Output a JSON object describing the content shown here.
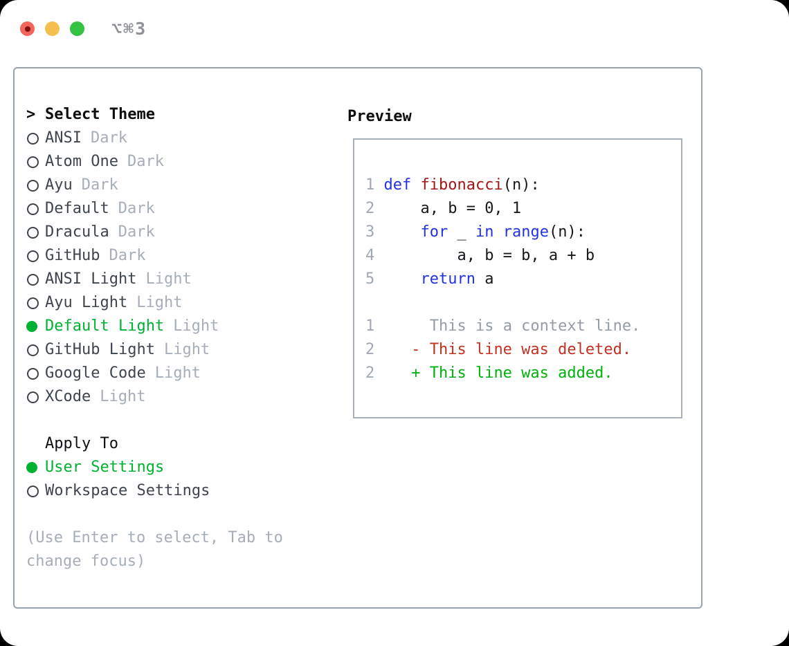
{
  "window": {
    "title": "⌥⌘3"
  },
  "colors": {
    "selection_green": "#00b132",
    "added_green": "#00b10c",
    "deleted_red": "#c23122",
    "keyword_blue": "#2233e6",
    "function_red": "#a41515",
    "muted_gray": "#a6aeb9",
    "panel_border": "#99a3af",
    "traffic_close": "#f2655c",
    "traffic_minimize": "#f5bf4f",
    "traffic_zoom": "#33c244"
  },
  "theme_picker": {
    "prompt": ">",
    "header": "Select Theme",
    "items": [
      {
        "name": "ANSI",
        "variant": "Dark",
        "selected": false
      },
      {
        "name": "Atom One",
        "variant": "Dark",
        "selected": false
      },
      {
        "name": "Ayu",
        "variant": "Dark",
        "selected": false
      },
      {
        "name": "Default",
        "variant": "Dark",
        "selected": false
      },
      {
        "name": "Dracula",
        "variant": "Dark",
        "selected": false
      },
      {
        "name": "GitHub",
        "variant": "Dark",
        "selected": false
      },
      {
        "name": "ANSI Light",
        "variant": "Light",
        "selected": false
      },
      {
        "name": "Ayu Light",
        "variant": "Light",
        "selected": false
      },
      {
        "name": "Default Light",
        "variant": "Light",
        "selected": true
      },
      {
        "name": "GitHub Light",
        "variant": "Light",
        "selected": false
      },
      {
        "name": "Google Code",
        "variant": "Light",
        "selected": false
      },
      {
        "name": "XCode",
        "variant": "Light",
        "selected": false
      }
    ]
  },
  "apply_to": {
    "header": "Apply To",
    "options": [
      {
        "label": "User Settings",
        "selected": true
      },
      {
        "label": "Workspace Settings",
        "selected": false
      }
    ]
  },
  "help": {
    "lines": [
      "(Use Enter to select, Tab to",
      "change focus)"
    ]
  },
  "preview": {
    "header": "Preview",
    "lines": [
      [
        {
          "t": "1",
          "c": "num"
        },
        {
          "t": " ",
          "c": "plain"
        },
        {
          "t": "def",
          "c": "kw"
        },
        {
          "t": " ",
          "c": "plain"
        },
        {
          "t": "fibonacci",
          "c": "fn"
        },
        {
          "t": "(n):",
          "c": "plain"
        }
      ],
      [
        {
          "t": "2",
          "c": "num"
        },
        {
          "t": "     a, b = 0, 1",
          "c": "plain"
        }
      ],
      [
        {
          "t": "3",
          "c": "num"
        },
        {
          "t": "     ",
          "c": "plain"
        },
        {
          "t": "for",
          "c": "kw"
        },
        {
          "t": " _ ",
          "c": "plain"
        },
        {
          "t": "in",
          "c": "kw"
        },
        {
          "t": " ",
          "c": "plain"
        },
        {
          "t": "range",
          "c": "kw"
        },
        {
          "t": "(n):",
          "c": "plain"
        }
      ],
      [
        {
          "t": "4",
          "c": "num"
        },
        {
          "t": "         a, b = b, a + b",
          "c": "plain"
        }
      ],
      [
        {
          "t": "5",
          "c": "num"
        },
        {
          "t": "     ",
          "c": "plain"
        },
        {
          "t": "return",
          "c": "kw"
        },
        {
          "t": " a",
          "c": "plain"
        }
      ],
      [],
      [
        {
          "t": "1",
          "c": "num"
        },
        {
          "t": "      ",
          "c": "plain"
        },
        {
          "t": "This is a context line.",
          "c": "ctx"
        }
      ],
      [
        {
          "t": "2",
          "c": "num"
        },
        {
          "t": "    ",
          "c": "plain"
        },
        {
          "t": "- This line was deleted.",
          "c": "del"
        }
      ],
      [
        {
          "t": "2",
          "c": "num"
        },
        {
          "t": "    ",
          "c": "plain"
        },
        {
          "t": "+ This line was added.",
          "c": "add"
        }
      ]
    ]
  }
}
